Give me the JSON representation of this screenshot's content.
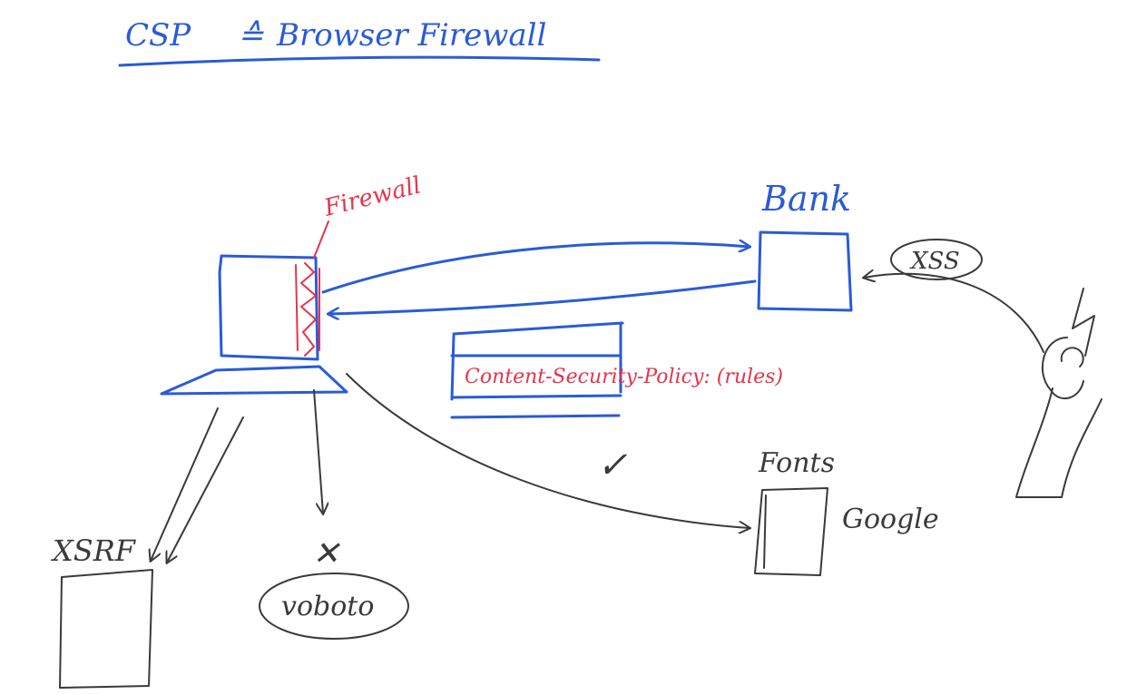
{
  "title": {
    "left": "CSP",
    "symbol": "≙",
    "right": "Browser Firewall"
  },
  "labels": {
    "firewall": "Firewall",
    "bank": "Bank",
    "xss": "XSS",
    "header": "Content-Security-Policy: (rules)",
    "fonts": "Fonts",
    "google": "Google",
    "xsrf": "XSRF",
    "voboto": "voboto",
    "check": "✓",
    "cross": "✕"
  },
  "colors": {
    "blue": "#2a5bd7",
    "red": "#e8334a",
    "dark": "#3a3a3a"
  }
}
